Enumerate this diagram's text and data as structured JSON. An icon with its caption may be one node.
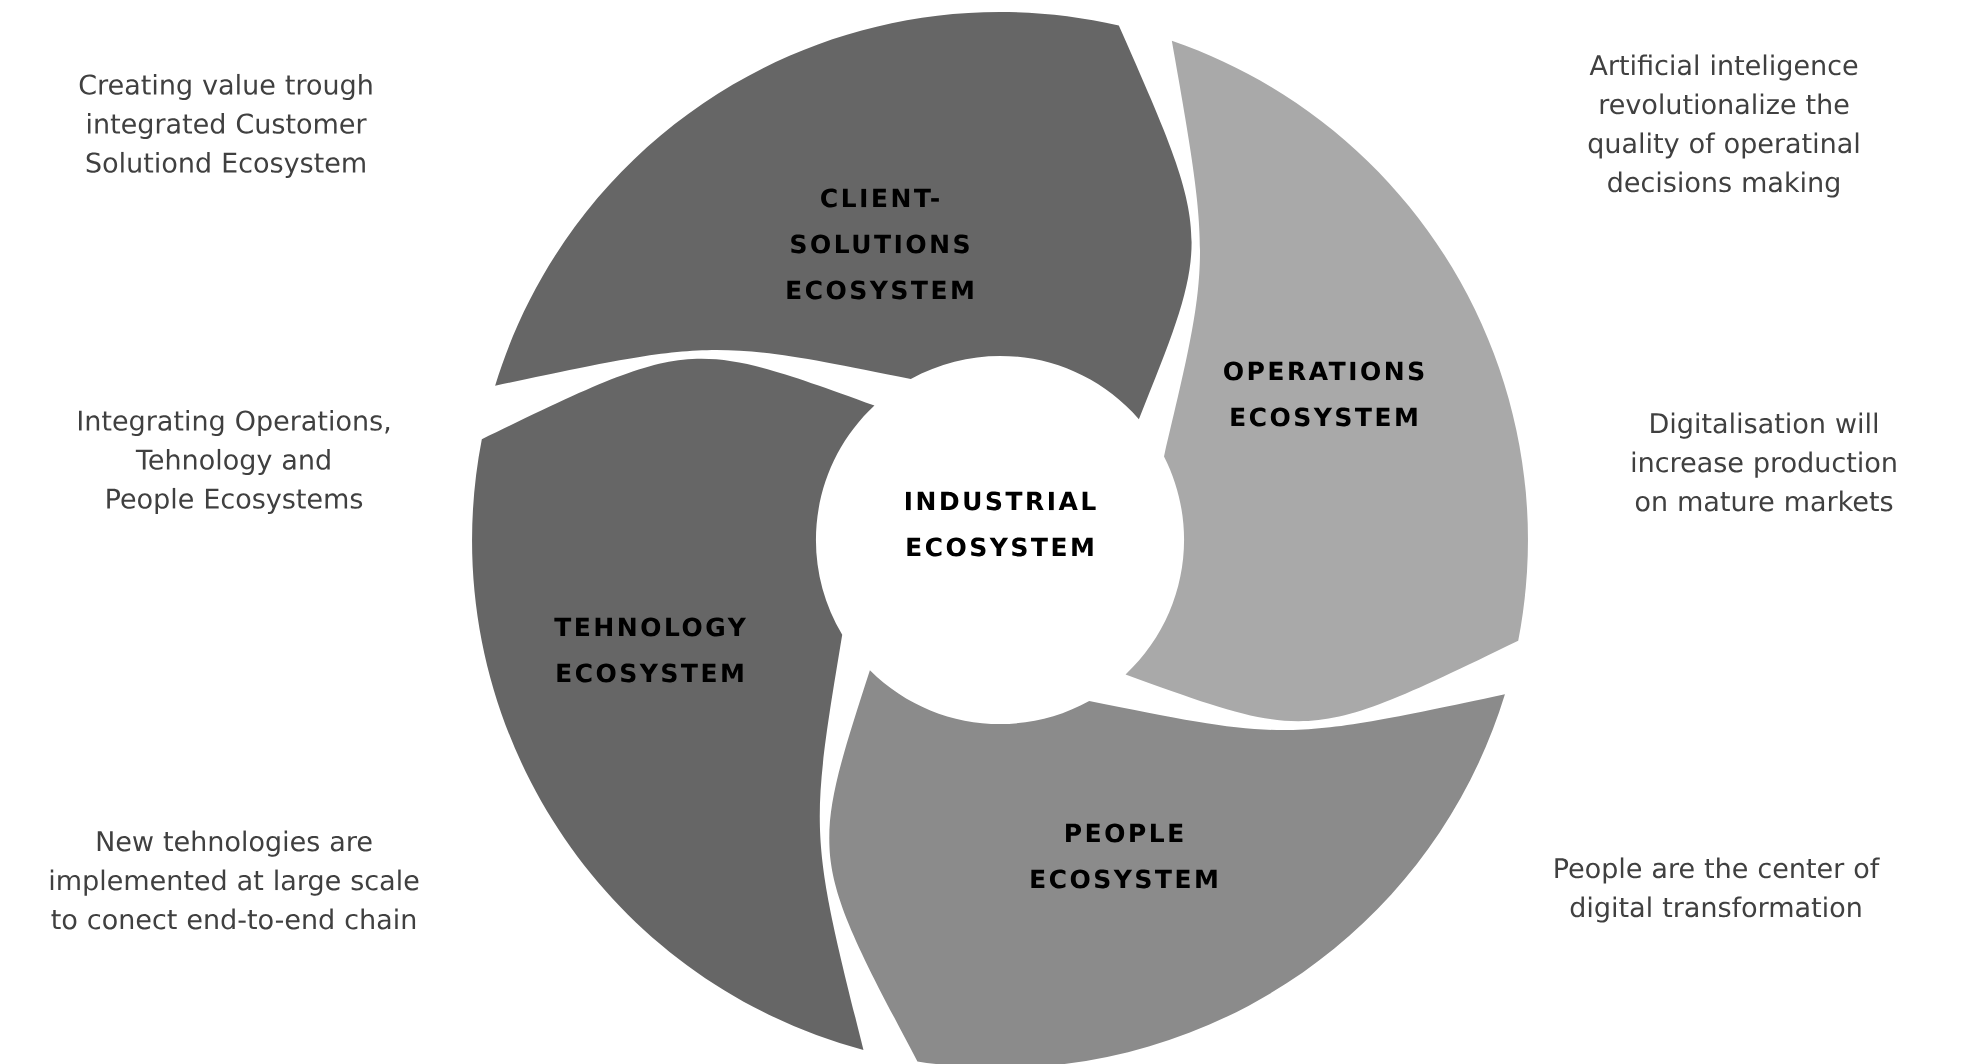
{
  "diagram": {
    "nodes": [
      {
        "text": [
          "CLIENT- SOLUTIONS ECOSYSTEM"
        ]
      },
      {
        "text": [
          "OPERATIONS ECOSYSTEM"
        ]
      },
      {
        "text": [
          "INDUSTRIAL ECOSYSTEM"
        ]
      },
      {
        "text": [
          "TEHNOLOGY ECOSYSTEM"
        ]
      },
      {
        "text": [
          "PEOPLE ECOSYSTEM"
        ]
      }
    ],
    "labels": [
      "Creating value trough integrated Customer Solutiond Ecosystem",
      "Artificial inteligence revolutionalize the quality of operatinal decisions making",
      "Integrating Operations, Tehnology and People Ecosystems",
      "Digitalisation will increase production on mature markets",
      "New tehnologies are implemented at large scale to conect end-to-end chain",
      "People are the center of digital transformation"
    ]
  }
}
